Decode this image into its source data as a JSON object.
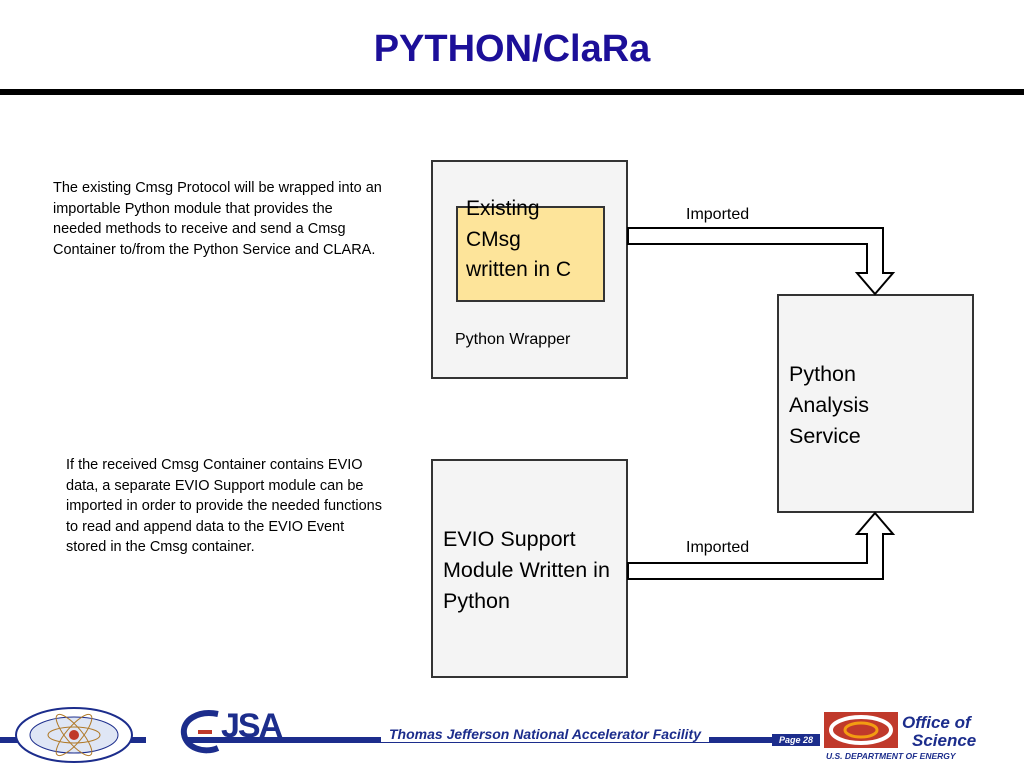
{
  "title": "PYTHON/ClaRa",
  "paragraph_top": "The existing Cmsg Protocol will be wrapped into an importable Python module that provides the needed methods to receive and send a Cmsg Container to/from the Python Service and CLARA.",
  "paragraph_bottom": "If the received Cmsg Container contains EVIO data, a separate EVIO Support module can be imported in order to provide the needed functions to read and append data to the EVIO Event stored in the Cmsg container.",
  "diagram": {
    "wrapper_box": {
      "inner_text": "Existing CMsg written in C",
      "label": "Python Wrapper"
    },
    "evio_box": {
      "text": "EVIO Support Module Written in Python"
    },
    "service_box": {
      "text": "Python Analysis Service"
    },
    "arrow_top_label": "Imported",
    "arrow_bottom_label": "Imported"
  },
  "footer": {
    "facility": "Thomas Jefferson National Accelerator Facility",
    "page": "Page 28",
    "logo_left": "Office of Nuclear Physics",
    "logo_jsa": "JSA",
    "logo_right_line1": "Office of",
    "logo_right_line2": "Science",
    "logo_right_line3": "U.S. DEPARTMENT OF ENERGY"
  }
}
